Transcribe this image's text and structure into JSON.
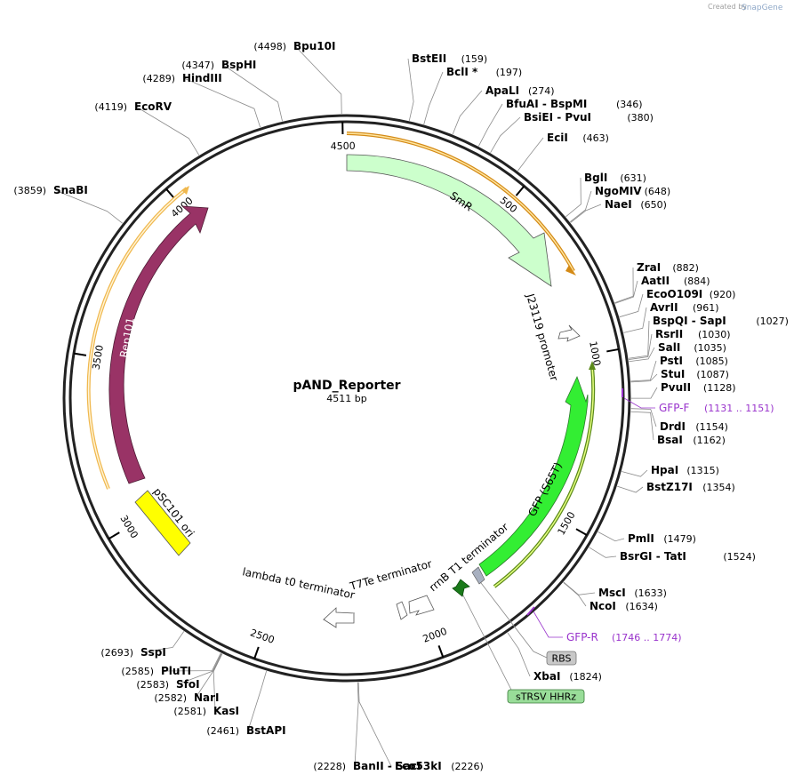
{
  "credit": {
    "created_by": "Created by",
    "brand": "SnapGene"
  },
  "plasmid": {
    "name": "pAND_Reporter",
    "length_label": "4511 bp",
    "length": 4511
  },
  "ticks": [
    {
      "value": 500,
      "label": "500"
    },
    {
      "value": 1000,
      "label": "1000"
    },
    {
      "value": 1500,
      "label": "1500"
    },
    {
      "value": 2000,
      "label": "2000"
    },
    {
      "value": 2500,
      "label": "2500"
    },
    {
      "value": 3000,
      "label": "3000"
    },
    {
      "value": 3500,
      "label": "3500"
    },
    {
      "value": 4000,
      "label": "4000"
    },
    {
      "value": 4500,
      "label": "4500"
    }
  ],
  "sites": [
    {
      "name": "Bpu10I",
      "pos": "(4498)",
      "bp": 4498,
      "side": "left"
    },
    {
      "name": "BspHI",
      "pos": "(4347)",
      "bp": 4347,
      "side": "left"
    },
    {
      "name": "HindIII",
      "pos": "(4289)",
      "bp": 4289,
      "side": "left"
    },
    {
      "name": "EcoRV",
      "pos": "(4119)",
      "bp": 4119,
      "side": "left"
    },
    {
      "name": "SnaBI",
      "pos": "(3859)",
      "bp": 3859,
      "side": "left"
    },
    {
      "name": "BstEII",
      "pos": "(159)",
      "bp": 159,
      "side": "right"
    },
    {
      "name": "BclI *",
      "pos": "(197)",
      "bp": 197,
      "side": "right"
    },
    {
      "name": "ApaLI",
      "pos": "(274)",
      "bp": 274,
      "side": "right"
    },
    {
      "name": "BfuAI  -  BspMI",
      "pos": "(346)",
      "bp": 346,
      "side": "right"
    },
    {
      "name": "BsiEI  -  PvuI",
      "pos": "(380)",
      "bp": 380,
      "side": "right"
    },
    {
      "name": "EciI",
      "pos": "(463)",
      "bp": 463,
      "side": "right"
    },
    {
      "name": "BglI",
      "pos": "(631)",
      "bp": 631,
      "side": "right"
    },
    {
      "name": "NgoMIV",
      "pos": "(648)",
      "bp": 648,
      "side": "right"
    },
    {
      "name": "NaeI",
      "pos": "(650)",
      "bp": 650,
      "side": "right"
    },
    {
      "name": "ZraI",
      "pos": "(882)",
      "bp": 882,
      "side": "right"
    },
    {
      "name": "AatII",
      "pos": "(884)",
      "bp": 884,
      "side": "right"
    },
    {
      "name": "EcoO109I",
      "pos": "(920)",
      "bp": 920,
      "side": "right"
    },
    {
      "name": "AvrII",
      "pos": "(961)",
      "bp": 961,
      "side": "right"
    },
    {
      "name": "BspQI  -  SapI",
      "pos": "(1027)",
      "bp": 1027,
      "side": "right"
    },
    {
      "name": "RsrII",
      "pos": "(1030)",
      "bp": 1030,
      "side": "right"
    },
    {
      "name": "SalI",
      "pos": "(1035)",
      "bp": 1035,
      "side": "right"
    },
    {
      "name": "PstI",
      "pos": "(1085)",
      "bp": 1085,
      "side": "right"
    },
    {
      "name": "StuI",
      "pos": "(1087)",
      "bp": 1087,
      "side": "right"
    },
    {
      "name": "PvuII",
      "pos": "(1128)",
      "bp": 1128,
      "side": "right"
    },
    {
      "name": "DrdI",
      "pos": "(1154)",
      "bp": 1154,
      "side": "right"
    },
    {
      "name": "BsaI",
      "pos": "(1162)",
      "bp": 1162,
      "side": "right"
    },
    {
      "name": "HpaI",
      "pos": "(1315)",
      "bp": 1315,
      "side": "right"
    },
    {
      "name": "BstZ17I",
      "pos": "(1354)",
      "bp": 1354,
      "side": "right"
    },
    {
      "name": "PmlI",
      "pos": "(1479)",
      "bp": 1479,
      "side": "right"
    },
    {
      "name": "BsrGI  -  TatI",
      "pos": "(1524)",
      "bp": 1524,
      "side": "right"
    },
    {
      "name": "MscI",
      "pos": "(1633)",
      "bp": 1633,
      "side": "right"
    },
    {
      "name": "NcoI",
      "pos": "(1634)",
      "bp": 1634,
      "side": "right"
    },
    {
      "name": "XbaI",
      "pos": "(1824)",
      "bp": 1824,
      "side": "right"
    },
    {
      "name": "Eco53kI",
      "pos": "(2226)",
      "bp": 2226,
      "side": "right"
    },
    {
      "name": "BanII  -  SacI",
      "pos": "(2228)",
      "bp": 2228,
      "side": "left"
    },
    {
      "name": "BstAPI",
      "pos": "(2461)",
      "bp": 2461,
      "side": "left"
    },
    {
      "name": "KasI",
      "pos": "(2581)",
      "bp": 2581,
      "side": "left"
    },
    {
      "name": "NarI",
      "pos": "(2582)",
      "bp": 2582,
      "side": "left"
    },
    {
      "name": "SfoI",
      "pos": "(2583)",
      "bp": 2583,
      "side": "left"
    },
    {
      "name": "PluTI",
      "pos": "(2585)",
      "bp": 2585,
      "side": "left"
    },
    {
      "name": "SspI",
      "pos": "(2693)",
      "bp": 2693,
      "side": "left"
    }
  ],
  "primers": [
    {
      "name": "GFP-F",
      "pos": "(1131 .. 1151)",
      "bp": 1131
    },
    {
      "name": "GFP-R",
      "pos": "(1746 .. 1774)",
      "bp": 1746
    }
  ],
  "features": [
    {
      "name": "SmR",
      "color": "#ccffcc"
    },
    {
      "name": "J23119 promoter",
      "color": "#ffffff"
    },
    {
      "name": "GFP (S65T)",
      "color": "#33ee33"
    },
    {
      "name": "rrnB T1 terminator",
      "color": "#ffffff"
    },
    {
      "name": "T7Te terminator",
      "color": "#ffffff"
    },
    {
      "name": "lambda t0 terminator",
      "color": "#ffffff"
    },
    {
      "name": "pSC101 ori",
      "color": "#ffff00"
    },
    {
      "name": "Rep101",
      "color": "#993366"
    },
    {
      "name": "RBS",
      "color": "#c0c0c0"
    },
    {
      "name": "sTRSV HHRz",
      "color": "#99dd99"
    }
  ]
}
